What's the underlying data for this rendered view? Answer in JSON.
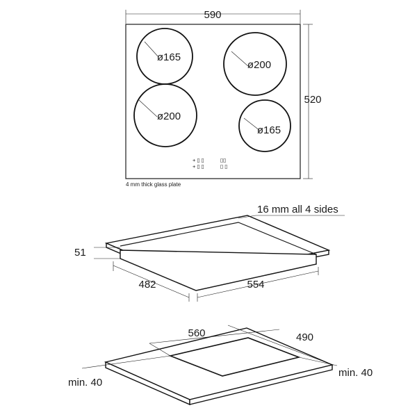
{
  "top_view": {
    "width_label": "590",
    "height_label": "520",
    "glass_note": "4 mm thick glass plate",
    "zones": [
      {
        "label": "ø165"
      },
      {
        "label": "ø200"
      },
      {
        "label": "ø200"
      },
      {
        "label": "ø165"
      }
    ],
    "control_marks": [
      "+ ▯ ▯",
      "+ ▯ ▯",
      "▯▯",
      "▯ ▯"
    ]
  },
  "cross_section": {
    "frame_label": "16 mm all 4 sides",
    "height_label": "51",
    "depth_label": "482",
    "width_label": "554"
  },
  "cutout": {
    "width_label": "560",
    "depth_label": "490",
    "left_margin_label": "min. 40",
    "right_margin_label": "min. 40"
  }
}
